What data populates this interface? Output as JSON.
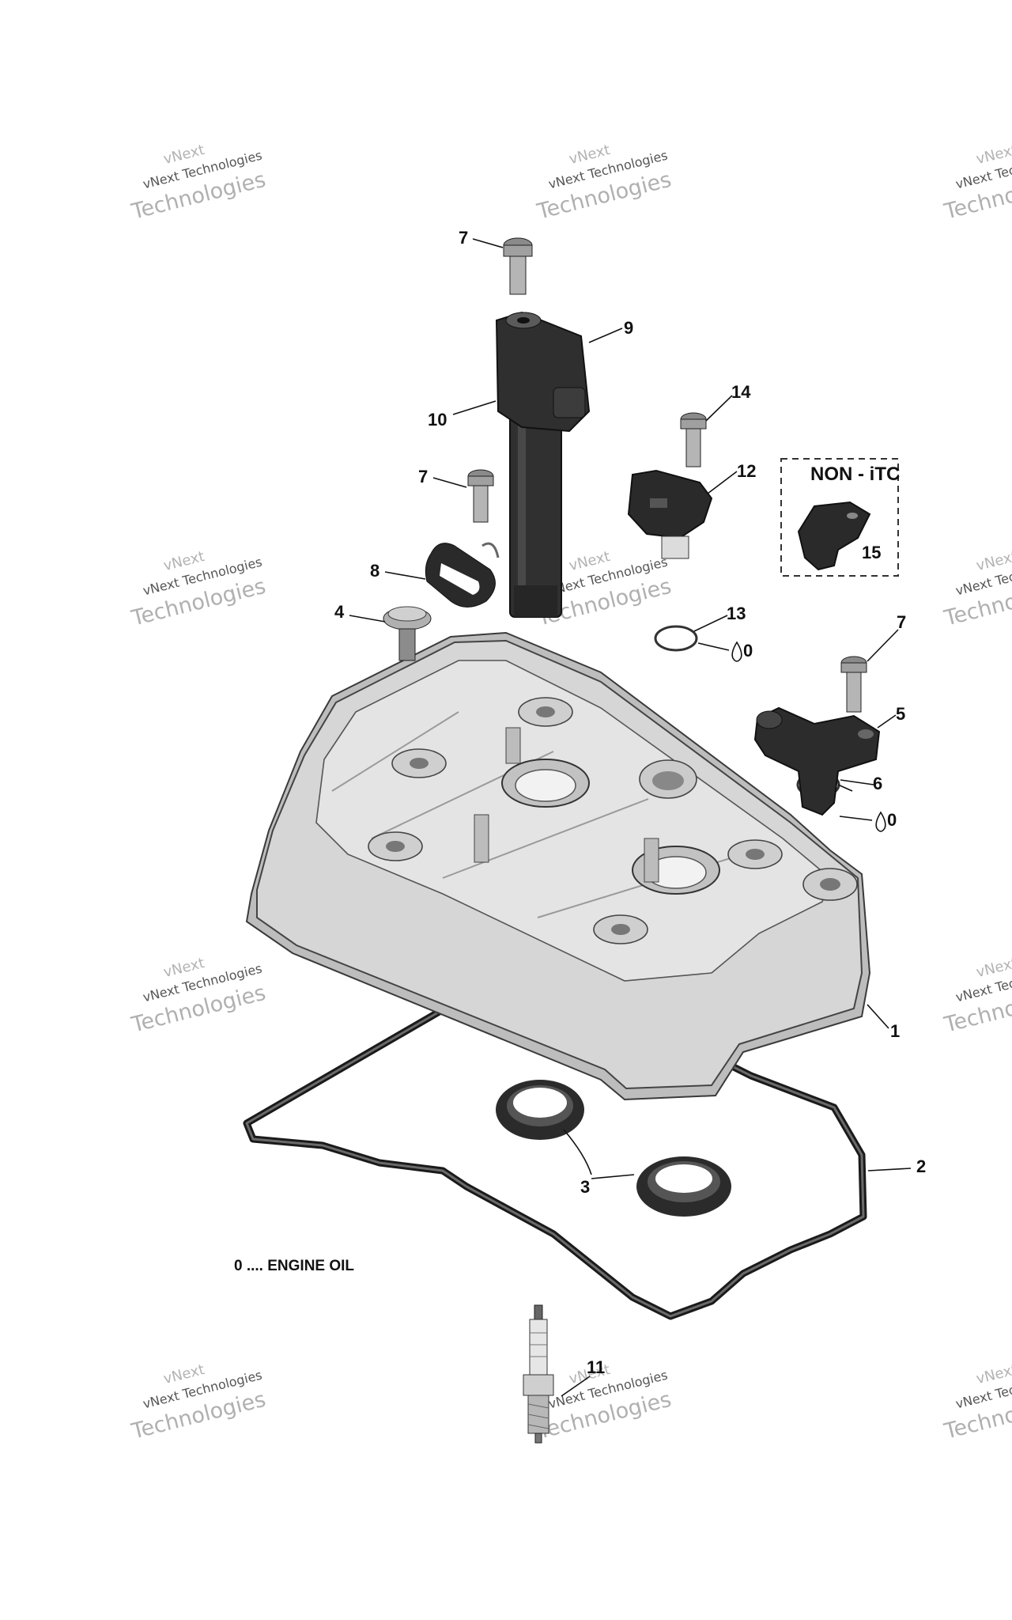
{
  "diagram": {
    "callouts": [
      "7",
      "9",
      "10",
      "14",
      "12",
      "7",
      "8",
      "4",
      "13",
      "0",
      "7",
      "5",
      "6",
      "0",
      "15",
      "1",
      "2",
      "3",
      "11"
    ],
    "box_label": "NON - iTC",
    "note": "0 .... ENGINE OIL",
    "watermark": {
      "line_top": "vNext",
      "line_small": "vNext Technologies",
      "line_big": "Technologies"
    },
    "colors": {
      "ink": "#111111",
      "housing": "#d2d2d2",
      "dark_part": "#2a2a2a",
      "watermark": "#b0b0b0"
    }
  }
}
